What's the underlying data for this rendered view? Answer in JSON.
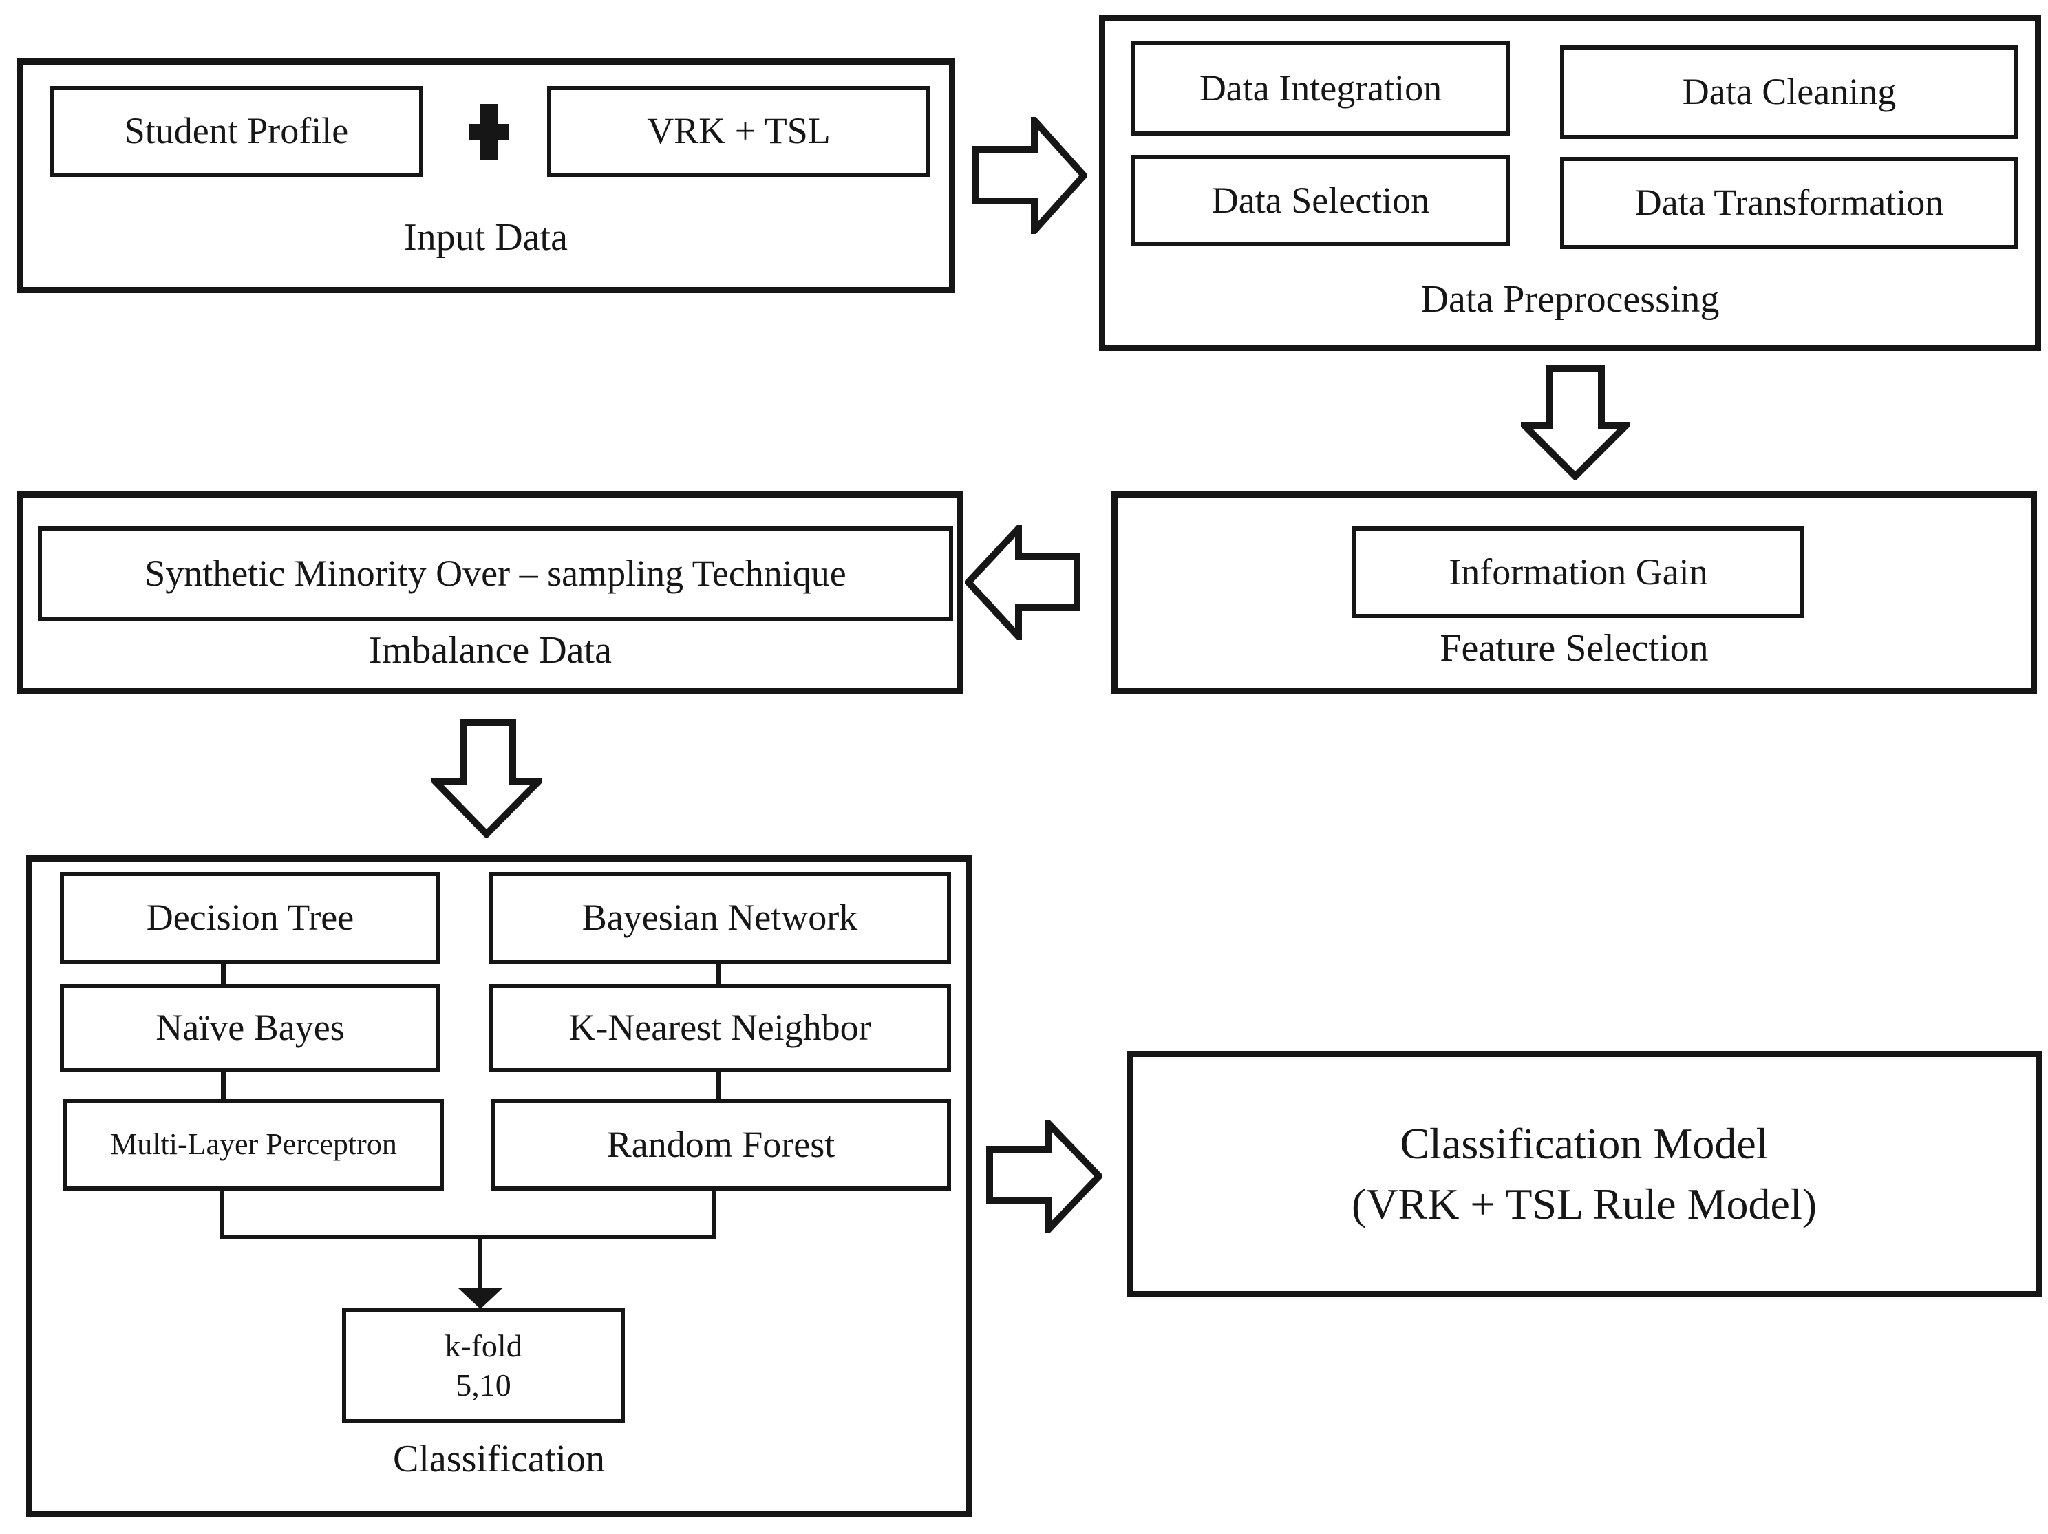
{
  "title": "VRK + TSL classification pipeline flowchart",
  "colors": {
    "ink": "#161616",
    "background": "#ffffff"
  },
  "input_data": {
    "label": "Input Data",
    "student_profile": "Student Profile",
    "vrk_tsl": "VRK + TSL"
  },
  "data_preprocessing": {
    "label": "Data Preprocessing",
    "data_integration": "Data Integration",
    "data_cleaning": "Data Cleaning",
    "data_selection": "Data Selection",
    "data_transformation": "Data Transformation"
  },
  "feature_selection": {
    "label": "Feature Selection",
    "information_gain": "Information Gain"
  },
  "imbalance_data": {
    "label": "Imbalance Data",
    "smote": "Synthetic Minority Over – sampling Technique"
  },
  "classification": {
    "label": "Classification",
    "decision_tree": "Decision Tree",
    "bayesian_network": "Bayesian Network",
    "naive_bayes": "Naïve Bayes",
    "k_nearest_neighbor": "K-Nearest Neighbor",
    "multi_layer_perceptron": "Multi-Layer Perceptron",
    "random_forest": "Random Forest",
    "k_fold": "k-fold",
    "k_fold_values": "5,10"
  },
  "classification_model": {
    "line1": "Classification Model",
    "line2": "(VRK + TSL Rule Model)"
  }
}
